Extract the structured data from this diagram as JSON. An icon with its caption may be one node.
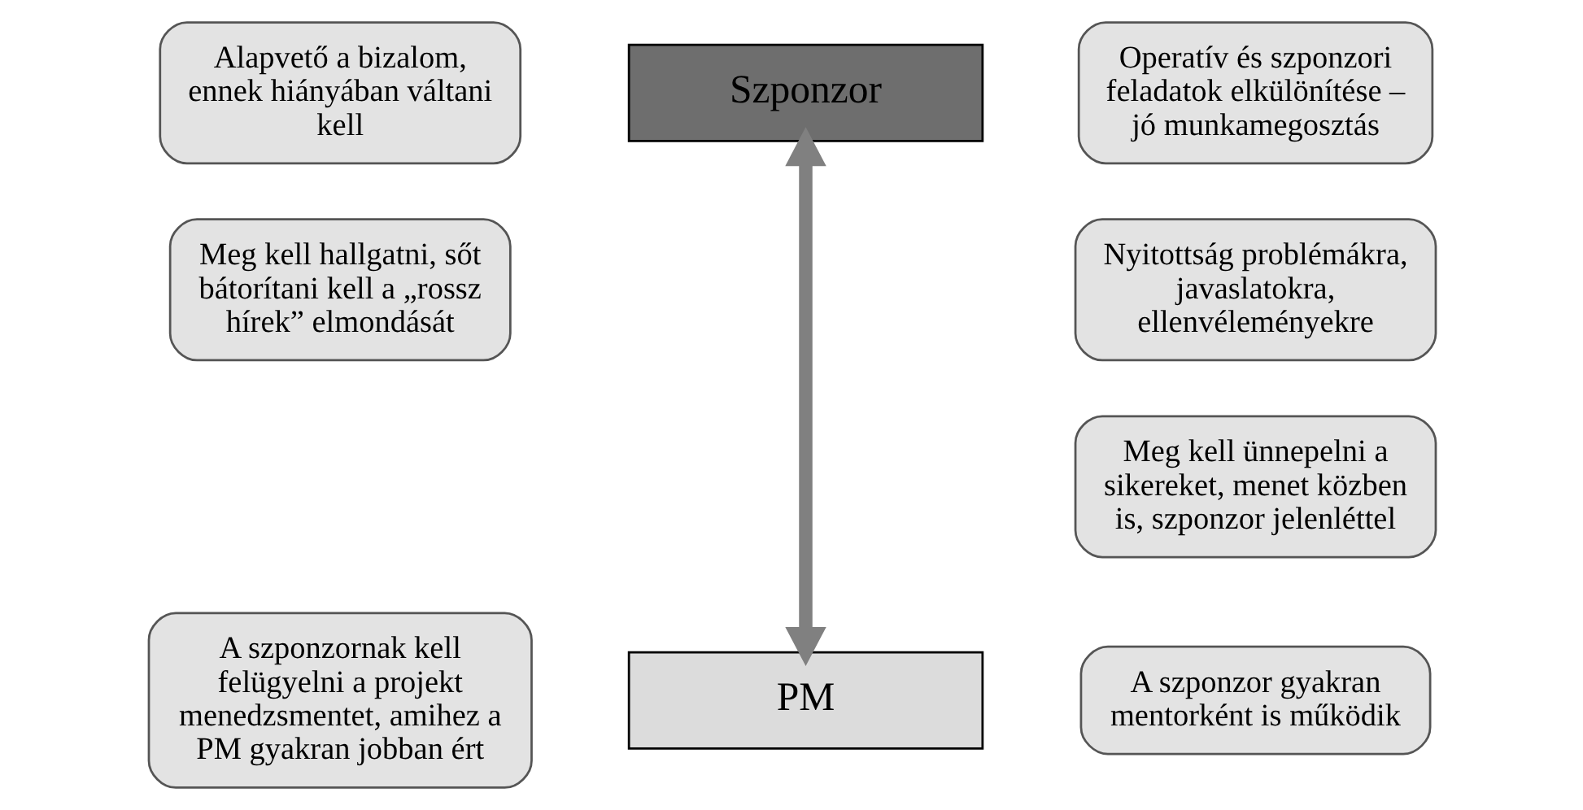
{
  "diagram": {
    "nodes": [
      {
        "text": [
          "Alapvető a bizalom, ennek hiányában váltani kell"
        ]
      },
      {
        "text": [
          "Szponzor"
        ]
      },
      {
        "text": [
          "Operatív és szponzori feladatok elkülönítése – jó munkamegosztás"
        ]
      },
      {
        "text": [
          "Meg kell hallgatni, sőt bátorítani kell a „rossz hírek” elmondását"
        ]
      },
      {
        "text": [
          "Nyitottság problémákra, javaslatokra, ellenvéleményekre"
        ]
      },
      {
        "text": [
          "Meg kell ünnepelni a sikereket, menet közben is, szponzor jelenléttel"
        ]
      },
      {
        "text": [
          "A szponzornak kell felügyelni a projekt menedzsmentet, amihez a PM gyakran jobban ért"
        ]
      },
      {
        "text": [
          "PM"
        ]
      },
      {
        "text": [
          "A szponzor gyakran mentorként is működik"
        ]
      }
    ],
    "edges": [
      {
        "from": 1,
        "to": 7,
        "arrow": "both"
      }
    ]
  }
}
